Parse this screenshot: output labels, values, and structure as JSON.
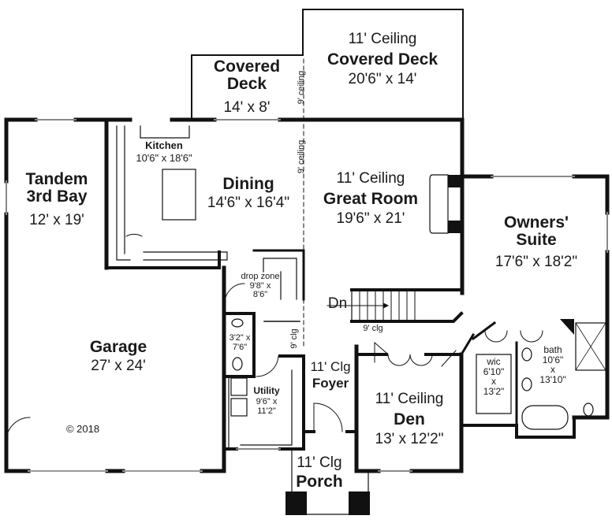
{
  "plan": {
    "copyright": "© 2018",
    "rooms": {
      "covered_deck_small": {
        "name_line1": "Covered",
        "name_line2": "Deck",
        "size": "14' x 8'"
      },
      "covered_deck_large": {
        "ceiling": "11' Ceiling",
        "name": "Covered Deck",
        "size": "20'6\" x 14'"
      },
      "kitchen": {
        "name": "Kitchen",
        "size": "10'6\" x 18'6\""
      },
      "dining": {
        "name": "Dining",
        "size": "14'6\" x 16'4\""
      },
      "great_room": {
        "ceiling": "11' Ceiling",
        "name": "Great Room",
        "size": "19'6\" x 21'"
      },
      "tandem": {
        "name_line1": "Tandem",
        "name_line2": "3rd Bay",
        "size": "12' x 19'"
      },
      "owners_suite": {
        "name_line1": "Owners'",
        "name_line2": "Suite",
        "size": "17'6\" x 18'2\""
      },
      "drop_zone": {
        "name": "drop zone",
        "size_line1": "9'8\" x",
        "size_line2": "8'6\""
      },
      "powder": {
        "size_line1": "3'2\" x",
        "size_line2": "7'6\""
      },
      "utility": {
        "name": "Utility",
        "size_line1": "9'6\" x",
        "size_line2": "11'2\""
      },
      "garage": {
        "name": "Garage",
        "size": "27' x 24'"
      },
      "foyer": {
        "ceiling": "11' Clg",
        "name": "Foyer"
      },
      "den": {
        "ceiling": "11' Ceiling",
        "name": "Den",
        "size": "13' x 12'2\""
      },
      "porch": {
        "ceiling": "11' Clg",
        "name": "Porch"
      },
      "wic": {
        "name": "wic",
        "size_line1": "6'10\"",
        "size_line2": "x",
        "size_line3": "13'2\""
      },
      "bath": {
        "name": "bath",
        "size_line1": "10'6\"",
        "size_line2": "x",
        "size_line3": "13'10\""
      }
    },
    "annotations": {
      "ceiling_9_a": "9' ceiling",
      "ceiling_9_b": "9' ceiling",
      "clg_9_vertical": "9' clg",
      "clg_9_stair": "9' clg",
      "stair_dn": "Dn"
    }
  }
}
